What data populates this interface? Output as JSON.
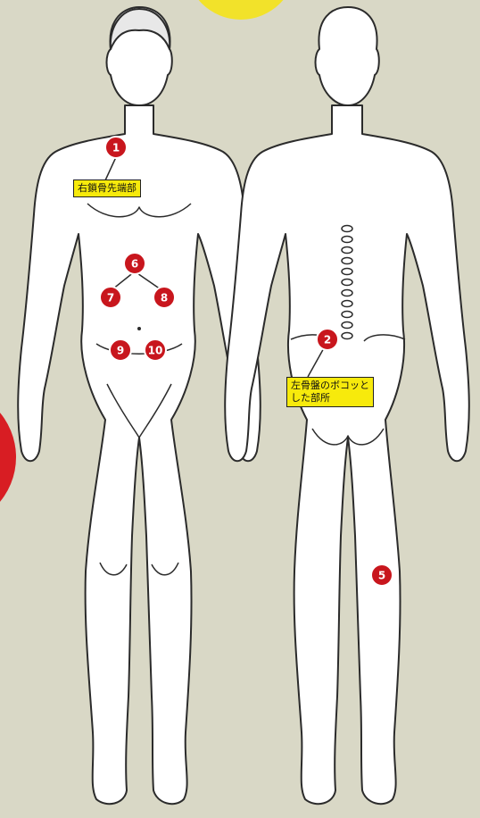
{
  "colors": {
    "background": "#d9d8c6",
    "marker": "#c8161d",
    "callout": "#f7ea0c",
    "yellow_circle": "#f2e22a",
    "red_circle": "#d81d23"
  },
  "markers": {
    "m1": "1",
    "m2": "2",
    "m5": "5",
    "m6": "6",
    "m7": "7",
    "m8": "8",
    "m9": "9",
    "m10": "10"
  },
  "callouts": {
    "c1": "右鎖骨先端部",
    "c2_line1": "左骨盤のボコッと",
    "c2_line2": "した部所"
  }
}
